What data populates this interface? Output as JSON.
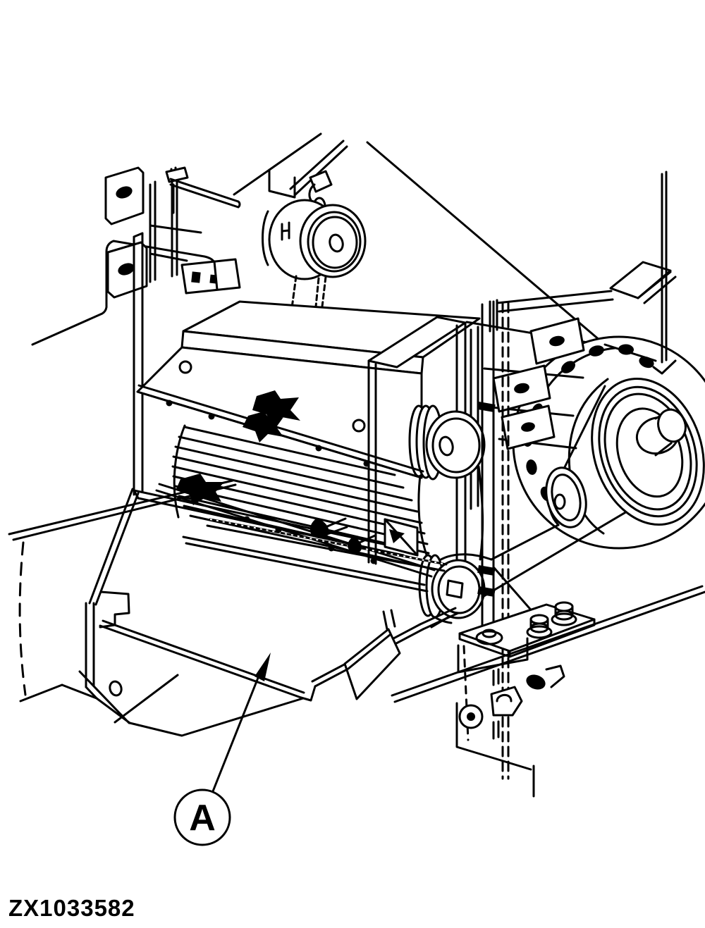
{
  "figure": {
    "type": "technical-illustration",
    "background_color": "#ffffff",
    "line_color": "#000000",
    "callout": {
      "label": "A"
    },
    "image_code": "ZX1033582"
  }
}
